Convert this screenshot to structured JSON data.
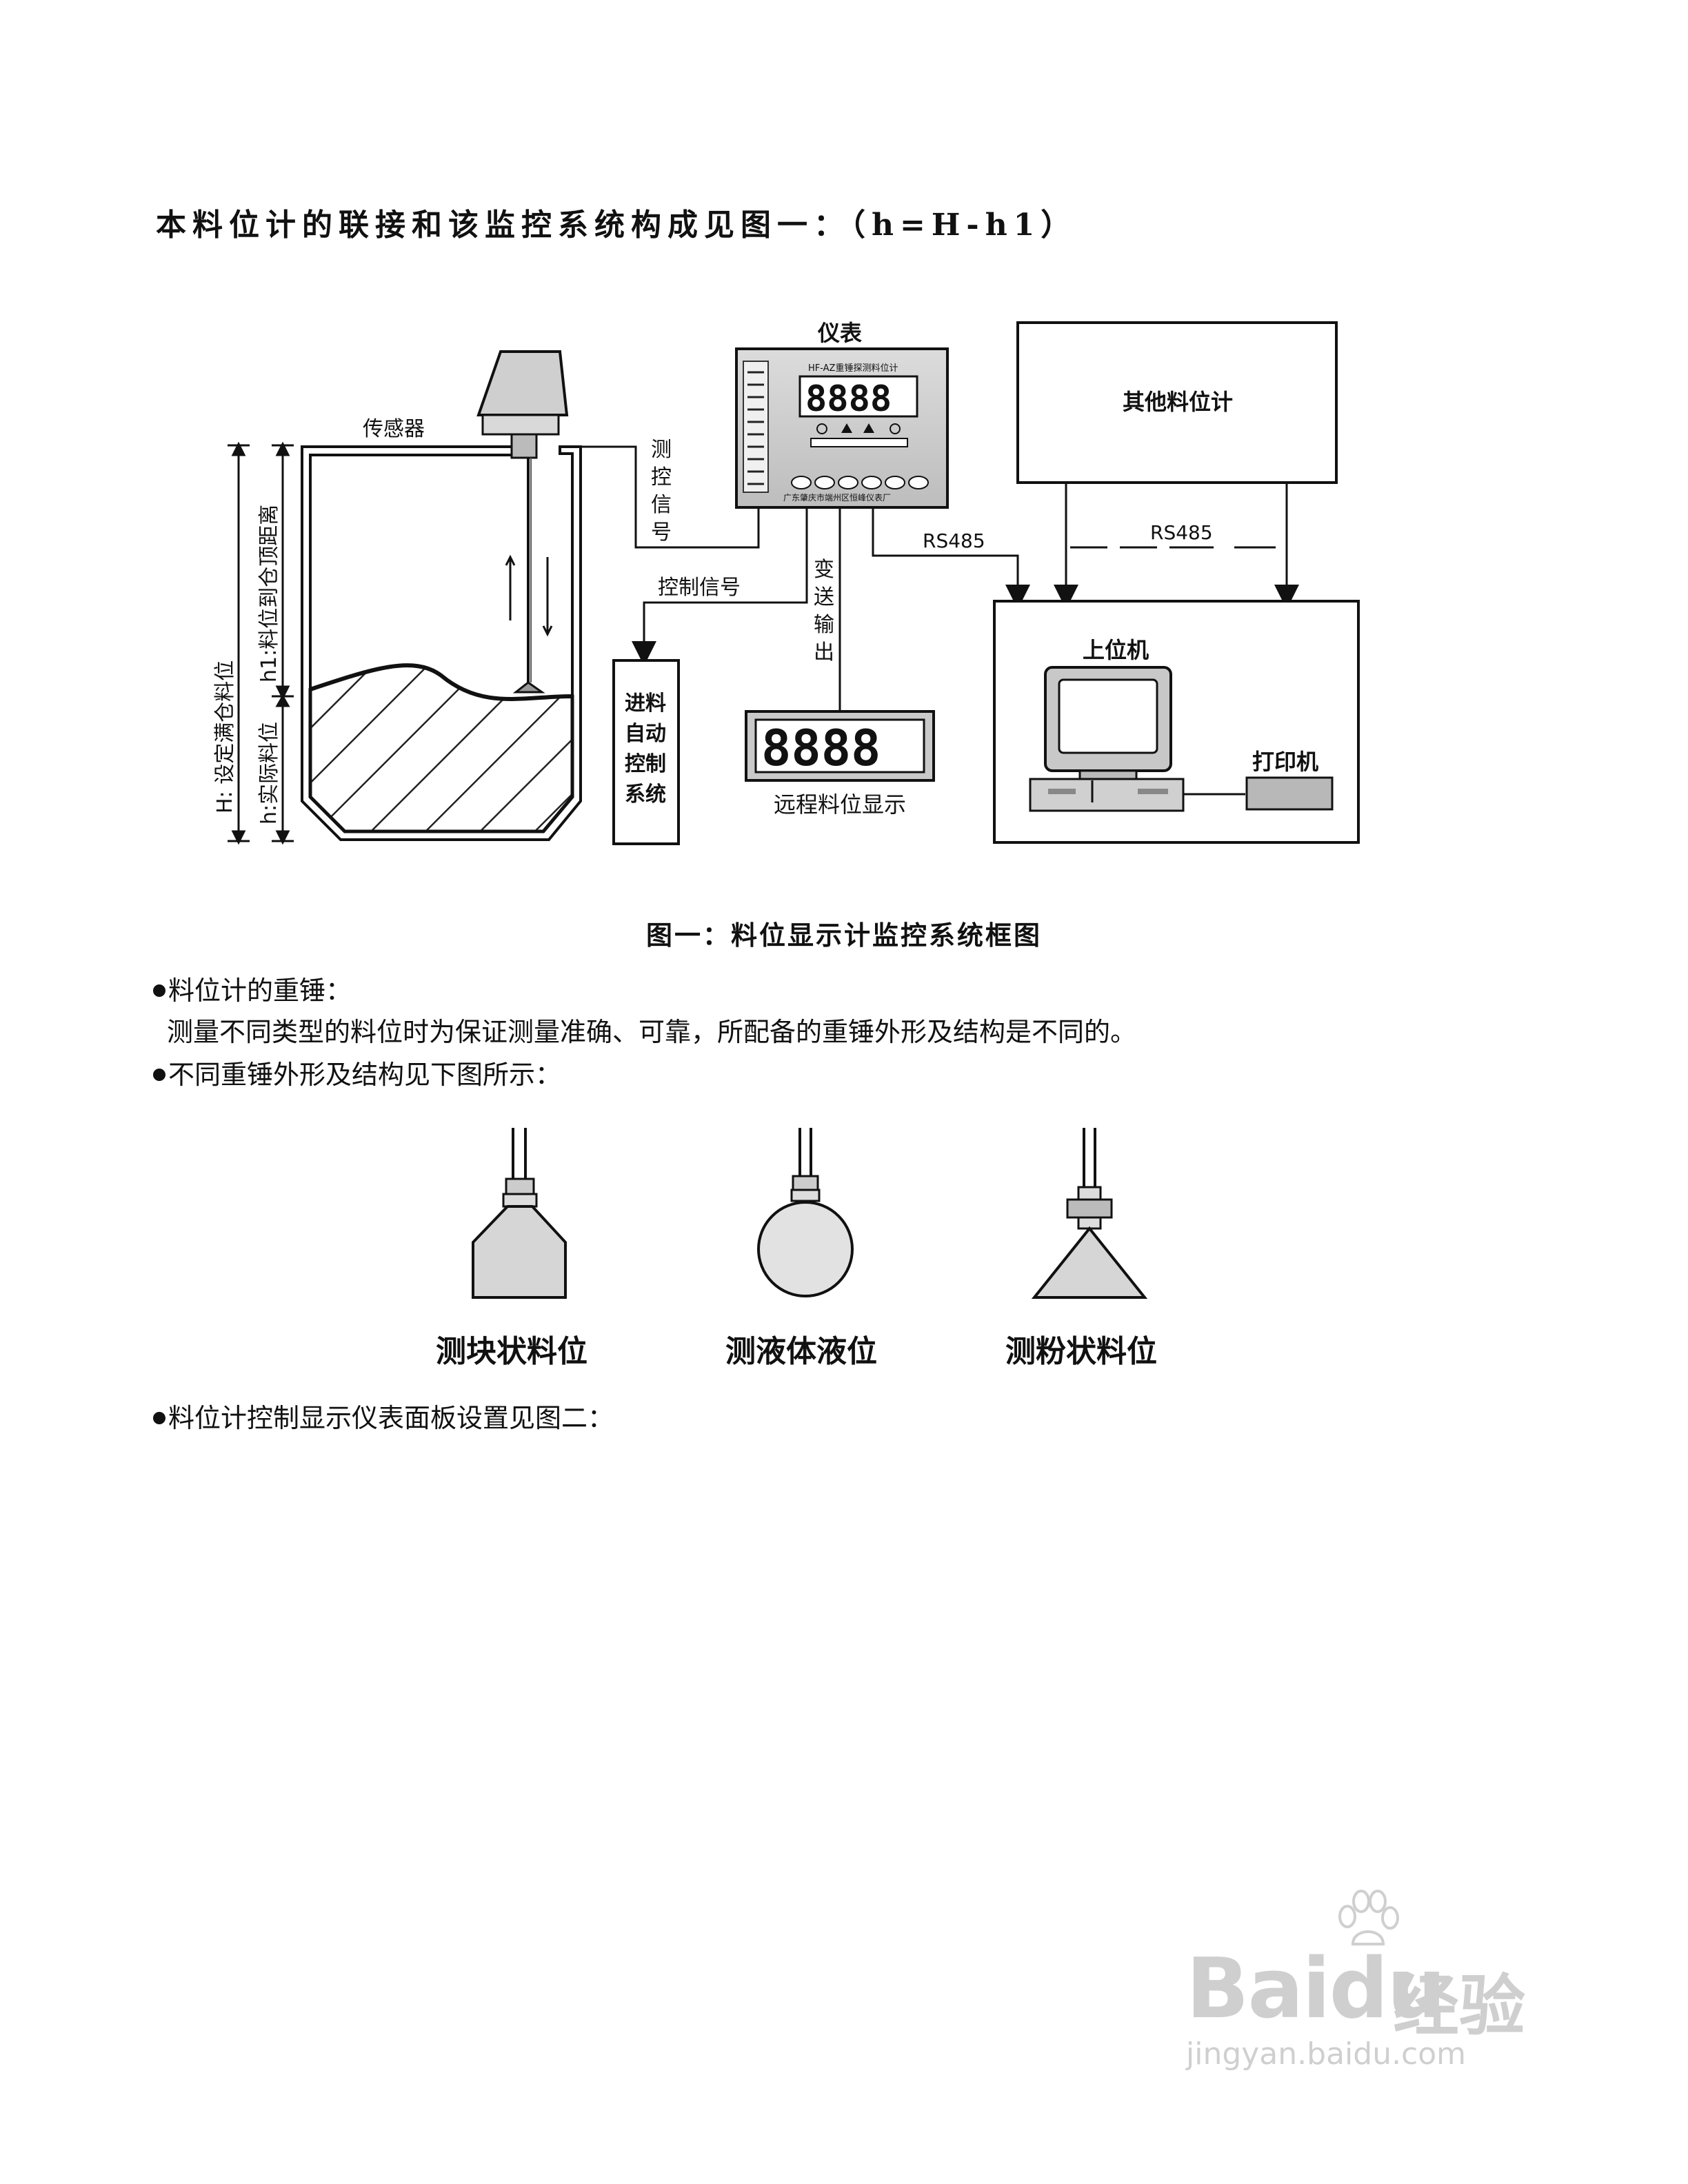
{
  "heading": "本料位计的联接和该监控系统构成见图一：（h=H-h1）",
  "figure1": {
    "sensor_label": "传感器",
    "instrument_label": "仪表",
    "instrument_model": "HF-AZ重锤探测料位计",
    "instrument_maker": "广东肇庆市端州区恒峰仪表厂",
    "display_digits": "8888",
    "remote_digits": "8888",
    "measure_signal": "测控信号",
    "control_signal": "控制信号",
    "transmit_output": "变送输出",
    "rs485_a": "RS485",
    "rs485_b": "RS485",
    "other_level_meter": "其他料位计",
    "host_computer": "上位机",
    "printer": "打印机",
    "feed_system": "进料自动控制系统",
    "remote_display": "远程料位显示",
    "label_H": "H: 设定满仓料位",
    "label_h1": "h1:料位到仓顶距离",
    "label_h": "h:实际料位",
    "caption": "图一：料位显示计监控系统框图"
  },
  "section1": {
    "title": "料位计的重锤：",
    "body": "测量不同类型的料位时为保证测量准确、可靠，所配备的重锤外形及结构是不同的。"
  },
  "section2": {
    "title": "不同重锤外形及结构见下图所示："
  },
  "weights": [
    {
      "label": "测块状料位",
      "icon": "trapezoid-weight-icon"
    },
    {
      "label": "测液体液位",
      "icon": "ball-weight-icon"
    },
    {
      "label": "测粉状料位",
      "icon": "cone-weight-icon"
    }
  ],
  "section3": {
    "title": "料位计控制显示仪表面板设置见图二："
  },
  "watermark": {
    "brand": "Baidu",
    "sub": "经验",
    "url": "jingyan.baidu.com"
  }
}
